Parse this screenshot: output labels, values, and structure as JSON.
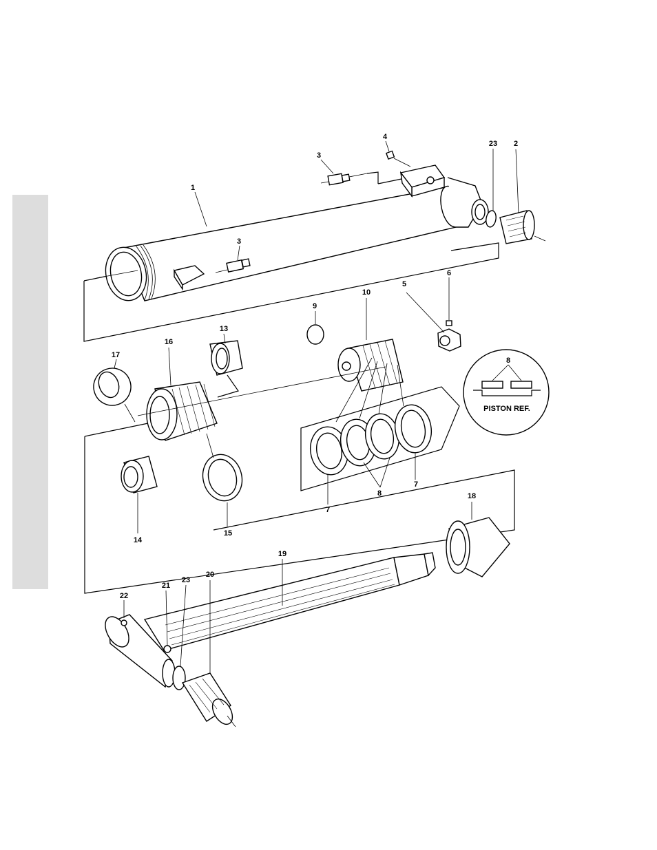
{
  "diagram": {
    "callouts": [
      {
        "id": "c1",
        "label": "1"
      },
      {
        "id": "c2",
        "label": "2"
      },
      {
        "id": "c3a",
        "label": "3"
      },
      {
        "id": "c3b",
        "label": "3"
      },
      {
        "id": "c4",
        "label": "4"
      },
      {
        "id": "c5",
        "label": "5"
      },
      {
        "id": "c6",
        "label": "6"
      },
      {
        "id": "c7a",
        "label": "7"
      },
      {
        "id": "c7b",
        "label": "7"
      },
      {
        "id": "c8a",
        "label": "8"
      },
      {
        "id": "c8b",
        "label": "8"
      },
      {
        "id": "c9",
        "label": "9"
      },
      {
        "id": "c10",
        "label": "10"
      },
      {
        "id": "c13",
        "label": "13"
      },
      {
        "id": "c14",
        "label": "14"
      },
      {
        "id": "c15",
        "label": "15"
      },
      {
        "id": "c16",
        "label": "16"
      },
      {
        "id": "c17",
        "label": "17"
      },
      {
        "id": "c18",
        "label": "18"
      },
      {
        "id": "c19",
        "label": "19"
      },
      {
        "id": "c20",
        "label": "20"
      },
      {
        "id": "c21",
        "label": "21"
      },
      {
        "id": "c22",
        "label": "22"
      },
      {
        "id": "c23a",
        "label": "23"
      },
      {
        "id": "c23b",
        "label": "23"
      }
    ],
    "detail_inset": {
      "label": "PISTON REF."
    }
  }
}
